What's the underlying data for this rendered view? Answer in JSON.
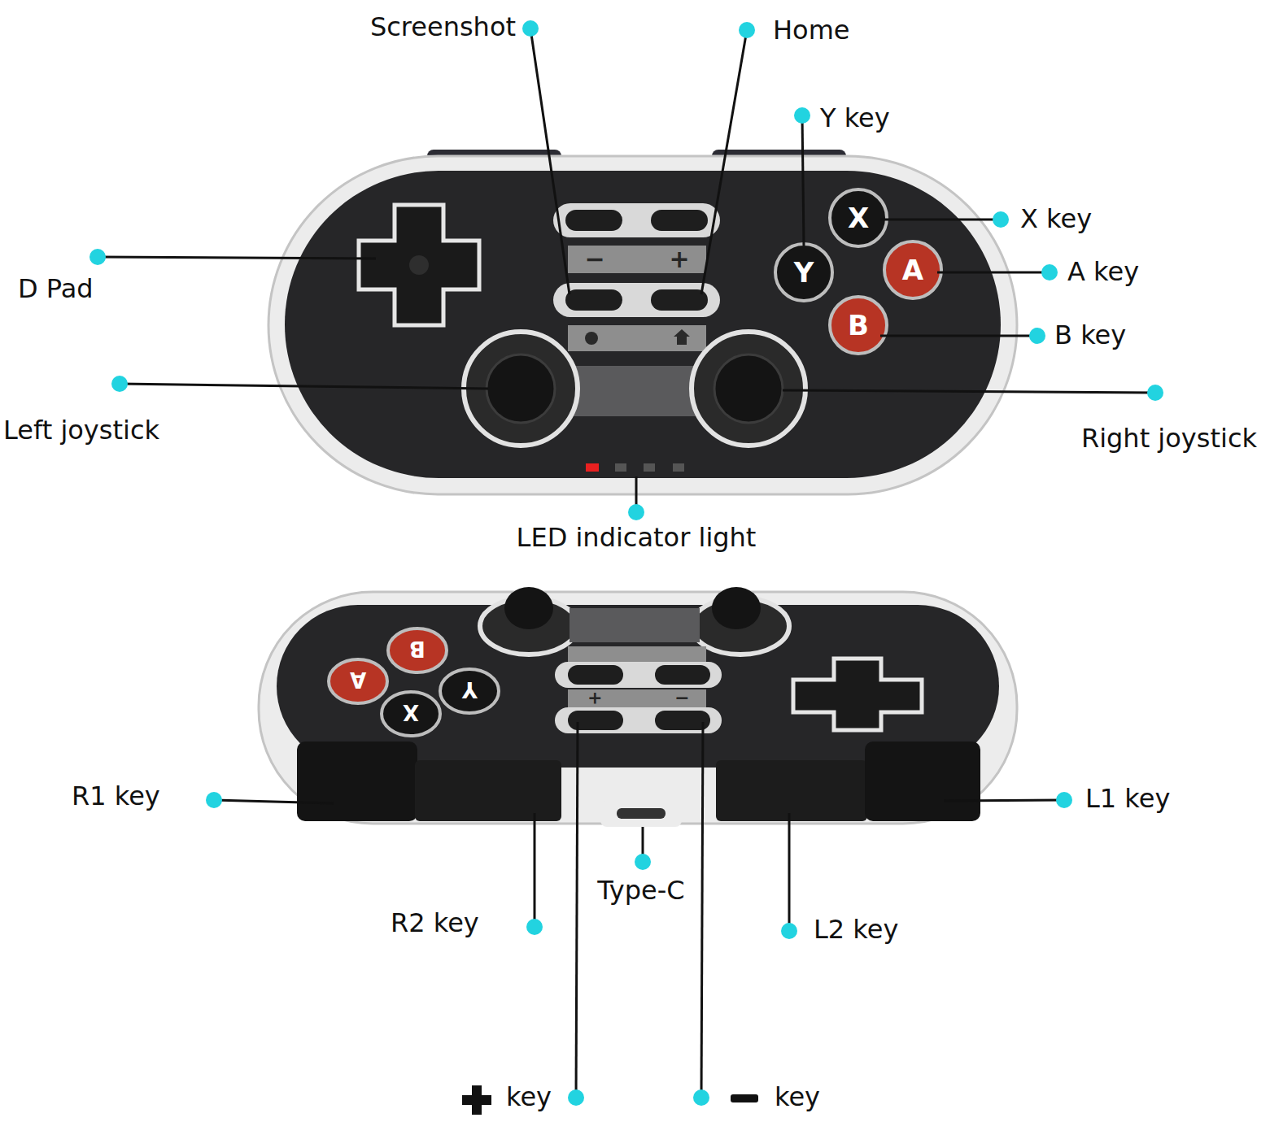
{
  "diagram": {
    "labels": [
      "Screenshot",
      "Home",
      "Y key",
      "X key",
      "A key",
      "B key",
      "D Pad",
      "Left joystick",
      "Right joystick",
      "LED indicator light",
      "R1 key",
      "L1 key",
      "R2 key",
      "Type-C",
      "L2 key",
      "key",
      "key",
      "X",
      "Y",
      "A",
      "B",
      "−",
      "+",
      "B",
      "A",
      "Y",
      "X",
      "+",
      "−"
    ]
  }
}
